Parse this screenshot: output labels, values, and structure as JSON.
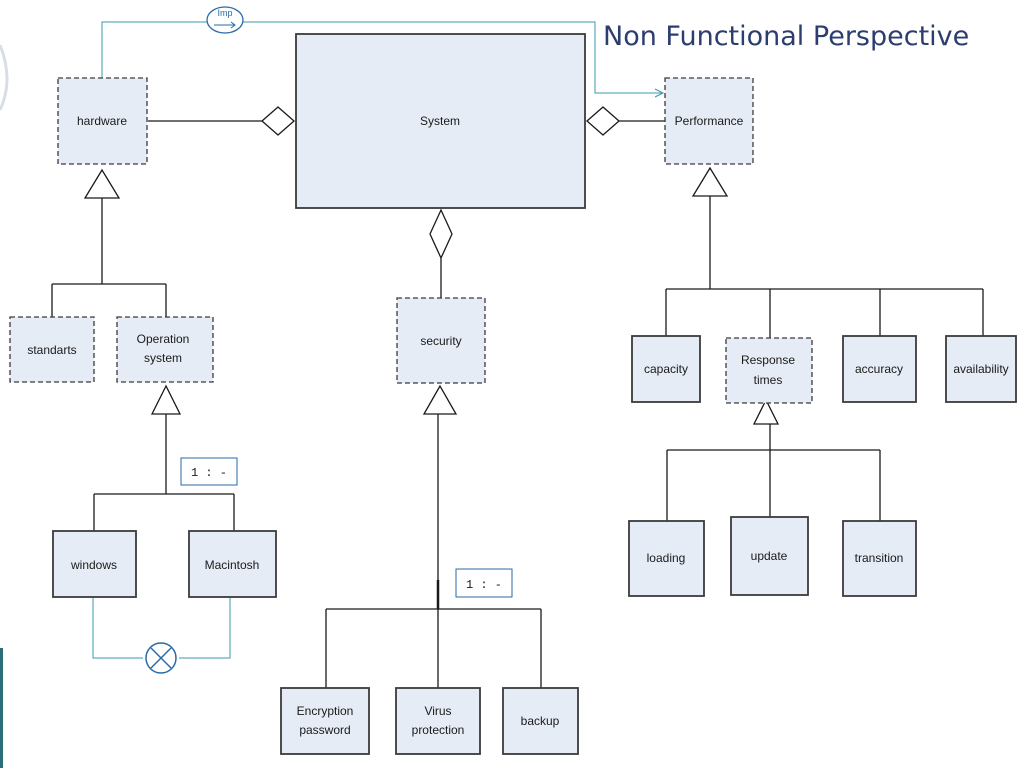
{
  "title": "Non Functional Perspective",
  "colors": {
    "box_fill": "#e6ecf5",
    "box_stroke": "#3b3b3b",
    "title": "#2c3e6f",
    "teal_line": "#3a9aaa",
    "exclude_icon": "#2a6aa8"
  },
  "labels": {
    "imp": "Imp",
    "cardinality": "1 : -"
  },
  "nodes": {
    "system": "System",
    "hardware": "hardware",
    "performance": "Performance",
    "security": "security",
    "standarts": "standarts",
    "operation_system": [
      "Operation",
      "system"
    ],
    "windows": "windows",
    "macintosh": "Macintosh",
    "encryption_password": [
      "Encryption",
      "password"
    ],
    "virus_protection": [
      "Virus",
      "protection"
    ],
    "backup": "backup",
    "capacity": "capacity",
    "response_times": [
      "Response",
      "times"
    ],
    "accuracy": "accuracy",
    "availability": "availability",
    "loading": "loading",
    "update": "update",
    "transition": "transition"
  }
}
